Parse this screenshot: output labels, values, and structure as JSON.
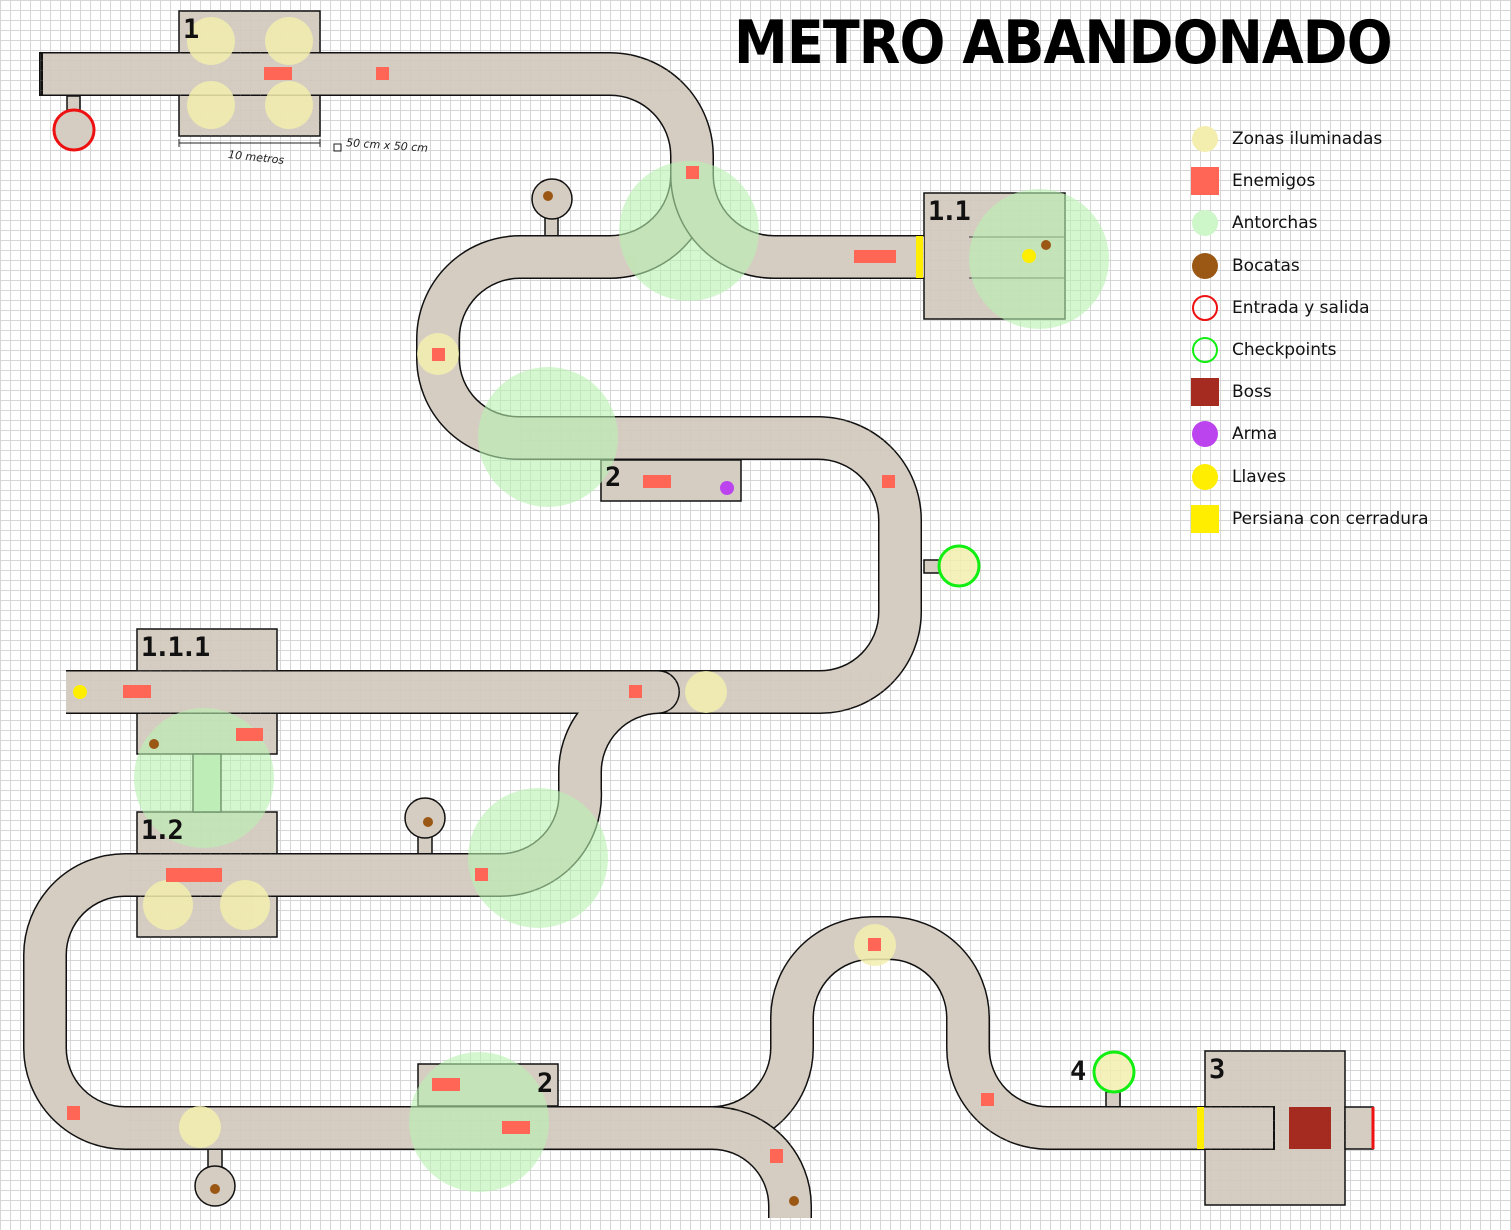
{
  "title": "METRO ABANDONADO",
  "scale": {
    "length_label": "10 metros",
    "cell_label": "50 cm x 50 cm"
  },
  "legend": [
    {
      "icon": "lit-zone-icon",
      "label": "Zonas iluminadas",
      "color": "#f3eeae",
      "shape": "circle"
    },
    {
      "icon": "enemy-icon",
      "label": "Enemigos",
      "color": "#ff6655",
      "shape": "square"
    },
    {
      "icon": "torch-icon",
      "label": "Antorchas",
      "color": "#cdf7c8",
      "shape": "circle"
    },
    {
      "icon": "sandwich-icon",
      "label": "Bocatas",
      "color": "#9b5714",
      "shape": "circle"
    },
    {
      "icon": "entrance-exit-icon",
      "label": "Entrada y salida",
      "color": "#ee1111",
      "shape": "ring"
    },
    {
      "icon": "checkpoint-icon",
      "label": "Checkpoints",
      "color": "#11ee11",
      "shape": "ring"
    },
    {
      "icon": "boss-icon",
      "label": "Boss",
      "color": "#a52a20",
      "shape": "square"
    },
    {
      "icon": "weapon-icon",
      "label": "Arma",
      "color": "#bb44ee",
      "shape": "circle"
    },
    {
      "icon": "key-icon",
      "label": "Llaves",
      "color": "#ffee00",
      "shape": "circle"
    },
    {
      "icon": "locked-shutter-icon",
      "label": "Persiana con cerradura",
      "color": "#ffee00",
      "shape": "square"
    }
  ],
  "zones": {
    "z1": "1",
    "z1_1": "1.1",
    "z2a": "2",
    "z1_1_1": "1.1.1",
    "z1_2": "1.2",
    "z2b": "2",
    "z4": "4",
    "z3": "3"
  },
  "colors": {
    "floor": "#d6cdc2",
    "outline": "#111111"
  }
}
